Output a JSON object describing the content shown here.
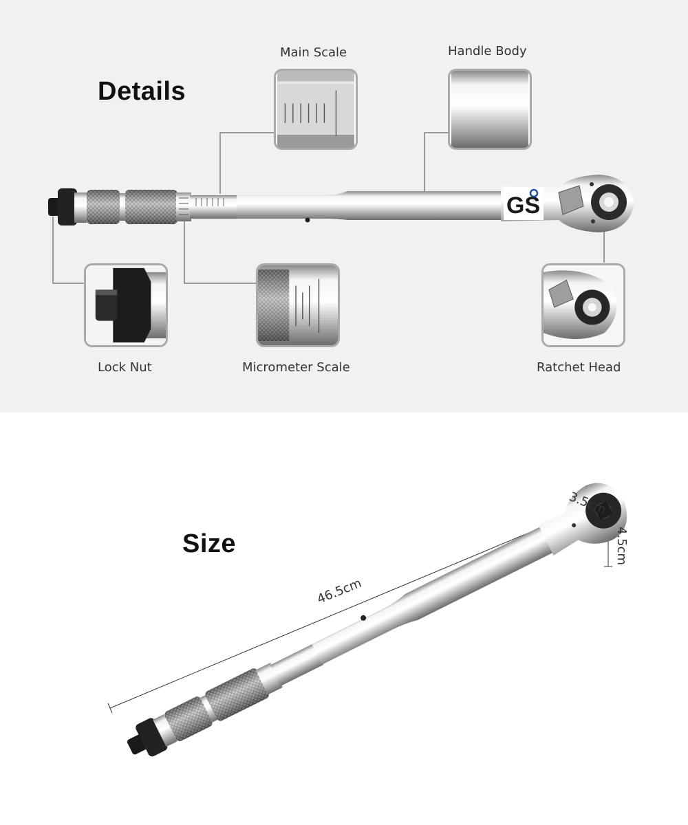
{
  "details": {
    "heading": "Details",
    "callouts": {
      "main_scale": "Main Scale",
      "handle_body": "Handle Body",
      "lock_nut": "Lock Nut",
      "micrometer_scale": "Micrometer Scale",
      "ratchet_head": "Ratchet Head"
    },
    "logo_text": "GS"
  },
  "size": {
    "heading": "Size",
    "length": "46.5cm",
    "head_width": "3.5cm",
    "head_height": "4.5cm"
  }
}
